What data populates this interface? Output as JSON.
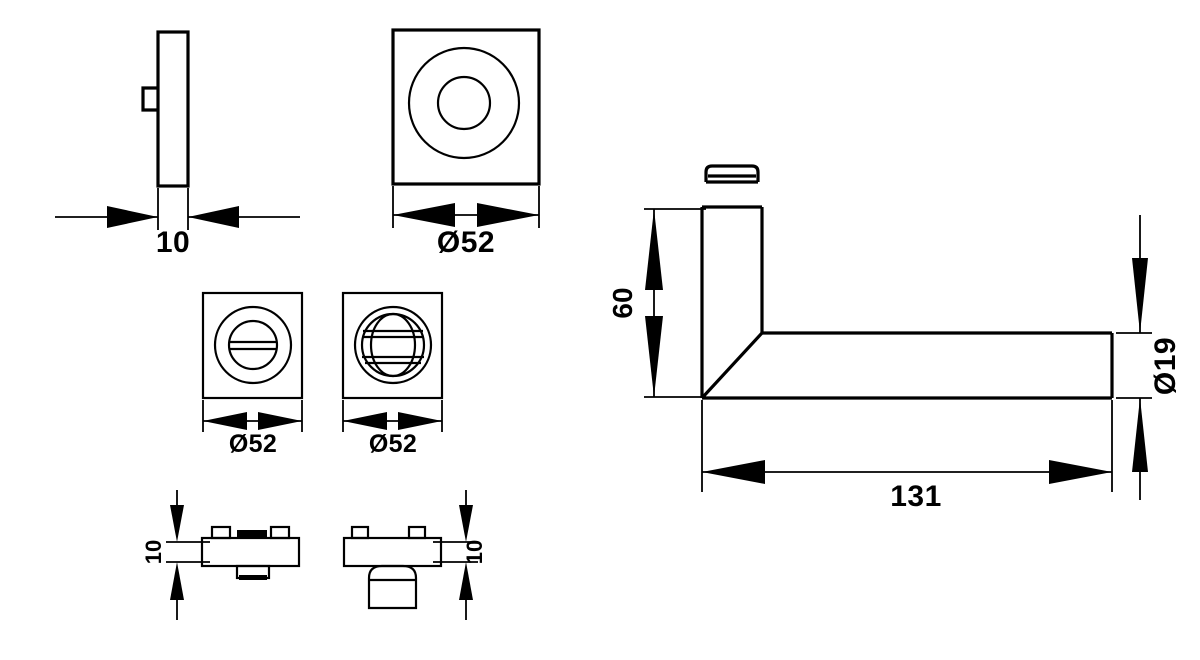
{
  "drawing": {
    "title": "Door handle and rosette set technical drawing",
    "background_color": "#ffffff",
    "line_color": "#000000",
    "units": "mm",
    "views": [
      {
        "id": "rosette-side-view",
        "name": "Rosette side profile view",
        "dimension_label": "10",
        "dimension_type": "thickness"
      },
      {
        "id": "rosette-square-front-view",
        "name": "Square rosette front view with keyhole ring",
        "dimension_label": "Ø52",
        "dimension_type": "diameter"
      },
      {
        "id": "rosette-emergency-release-view",
        "name": "Square rosette with emergency slot release",
        "dimension_label": "Ø52",
        "dimension_type": "diameter"
      },
      {
        "id": "rosette-thumbturn-view",
        "name": "Square rosette with thumbturn knob",
        "dimension_label": "Ø52",
        "dimension_type": "diameter"
      },
      {
        "id": "rosette-section-left",
        "name": "Rosette section view with release slot",
        "dimension_label": "10",
        "dimension_type": "thickness"
      },
      {
        "id": "rosette-section-right",
        "name": "Rosette section view with thumbturn knob",
        "dimension_label": "10",
        "dimension_type": "thickness"
      },
      {
        "id": "lever-handle-view",
        "name": "Lever handle side elevation",
        "dimension_labels": [
          "60",
          "131",
          "Ø19"
        ]
      }
    ],
    "dimensions": {
      "rosette_thickness": "10",
      "rosette_diameter": "Ø52",
      "rosette_diameter_release": "Ø52",
      "rosette_diameter_thumbturn": "Ø52",
      "section_thickness_left": "10",
      "section_thickness_right": "10",
      "lever_neck_height": "60",
      "lever_length": "131",
      "lever_bar_diameter": "Ø19"
    }
  }
}
